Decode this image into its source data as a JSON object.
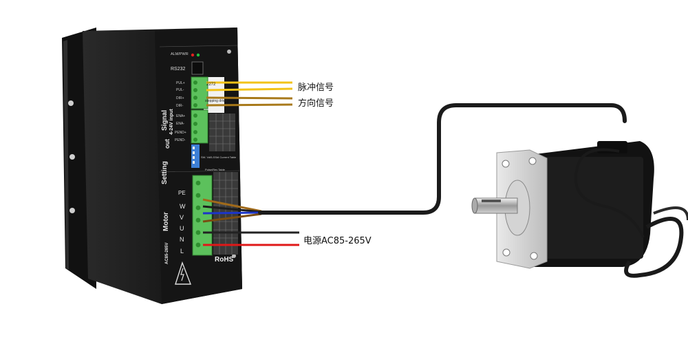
{
  "driver": {
    "header_alm_pwr": "ALM/PWR",
    "port_rs232": "RS232",
    "section_signal": "Signal",
    "section_signal_sub": "4-24V input",
    "section_out": "out",
    "section_setting": "Setting",
    "section_motor": "Motor",
    "section_power_range": "AC85-265V",
    "terminal_pe": "PE",
    "terminal_w": "W",
    "terminal_v": "V",
    "terminal_u": "U",
    "terminal_n": "N",
    "terminal_l": "L",
    "signal_pins": [
      "PUL+",
      "PUL-",
      "DIR+",
      "DIR-",
      "ENA+",
      "ENA-",
      "PEND+",
      "PEND-"
    ],
    "label_rohs": "RoHS",
    "sticker_model": "2272",
    "sticker_desc": "stepping driver",
    "pulse_table_title": "Pulse/Rev Table",
    "sw_table_title": "SW. Vdi5-SSdi Current Table"
  },
  "labels": {
    "pulse_signal": "脉冲信号",
    "direction_signal": "方向信号",
    "power_supply": "电源AC85-265V"
  },
  "wire_colors": {
    "pulse_wire": "#f2c318",
    "direction_wire": "#a8791a",
    "motor_brown": "#a06a1a",
    "motor_blue": "#1c35c8",
    "power_black": "#222222",
    "power_red": "#e01818",
    "terminal_green": "#5cc15c",
    "cable": "#1b1b1b"
  },
  "icons": [
    "warning-triangle-icon",
    "led-indicator-icon",
    "rs232-port-icon"
  ]
}
